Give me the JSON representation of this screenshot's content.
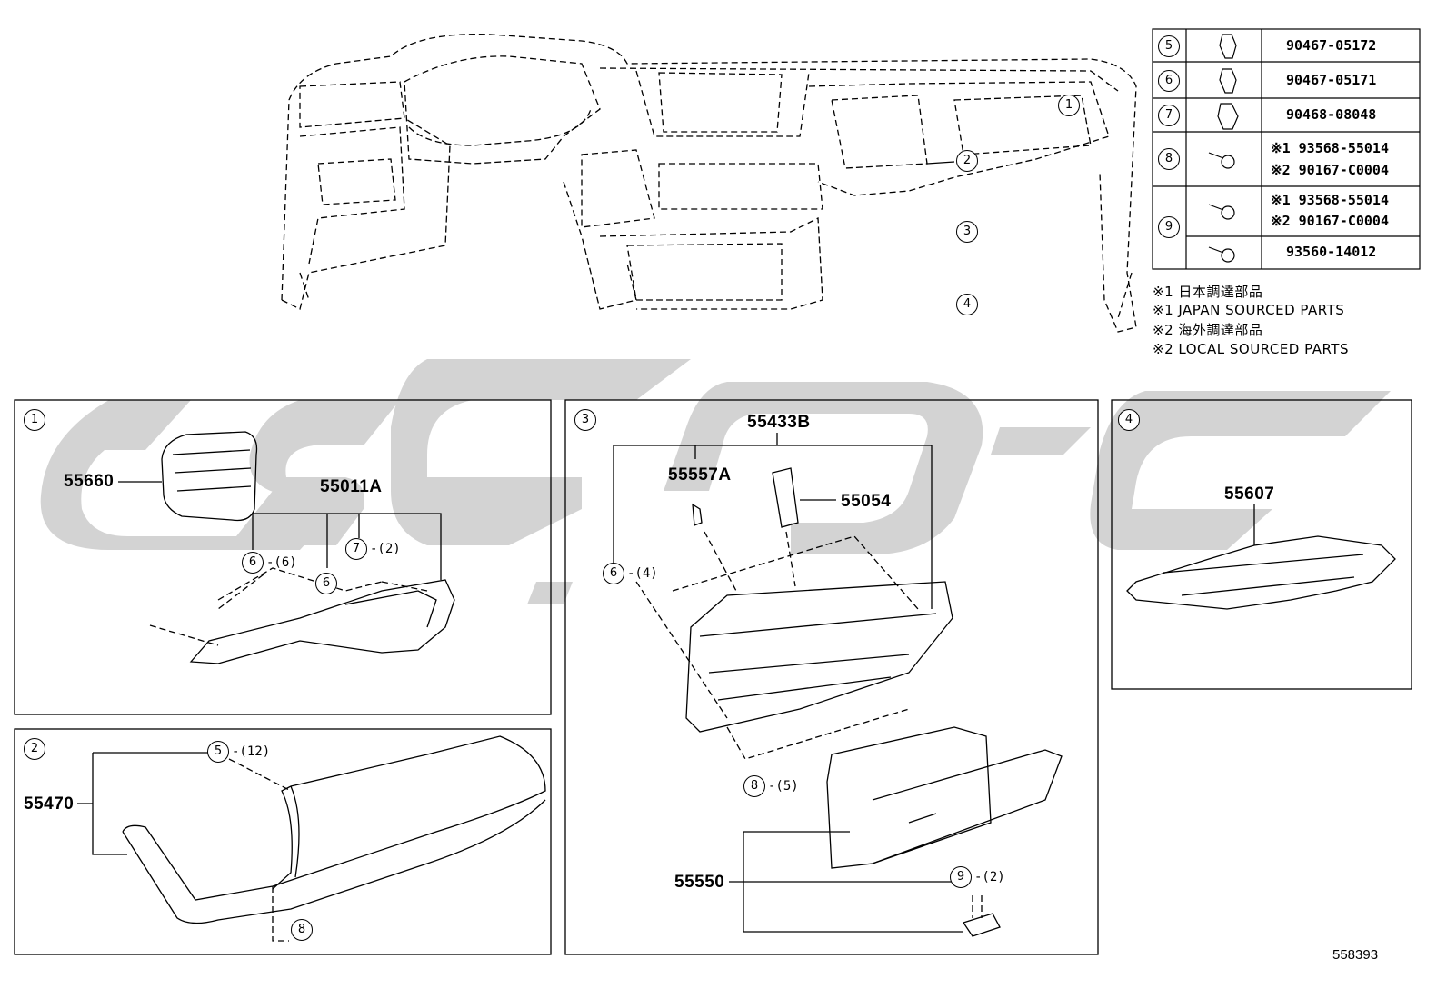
{
  "dashboard": {
    "callouts": [
      "1",
      "2",
      "3",
      "4"
    ]
  },
  "parts_table": {
    "rows": [
      {
        "ref": "5",
        "parts": [
          "90467-05172"
        ]
      },
      {
        "ref": "6",
        "parts": [
          "90467-05171"
        ]
      },
      {
        "ref": "7",
        "parts": [
          "90468-08048"
        ]
      },
      {
        "ref": "8",
        "parts": [
          "※1 93568-55014",
          "※2 90167-C0004"
        ]
      },
      {
        "ref": "9",
        "parts": [
          "※1 93568-55014",
          "※2 90167-C0004",
          "93560-14012"
        ]
      }
    ]
  },
  "notes": [
    "※1 日本調達部品",
    "※1 JAPAN SOURCED PARTS",
    "※2 海外調達部品",
    "※2 LOCAL SOURCED PARTS"
  ],
  "panel1": {
    "num": "1",
    "labels": {
      "p1": "55660",
      "p2": "55011A"
    },
    "callouts": [
      {
        "ref": "6",
        "qty": "-(6)"
      },
      {
        "ref": "7",
        "qty": "-(2)"
      },
      {
        "ref": "6",
        "qty": ""
      }
    ]
  },
  "panel2": {
    "num": "2",
    "labels": {
      "p1": "55470"
    },
    "callouts": [
      {
        "ref": "5",
        "qty": "-(12)"
      },
      {
        "ref": "8",
        "qty": ""
      }
    ]
  },
  "panel3": {
    "num": "3",
    "labels": {
      "p1": "55433B",
      "p2": "55557A",
      "p3": "55054",
      "p4": "55550"
    },
    "callouts": [
      {
        "ref": "6",
        "qty": "-(4)"
      },
      {
        "ref": "8",
        "qty": "-(5)"
      },
      {
        "ref": "9",
        "qty": "-(2)"
      }
    ]
  },
  "panel4": {
    "num": "4",
    "labels": {
      "p1": "55607"
    }
  },
  "figure_id": "558393",
  "colors": {
    "line": "#000000",
    "watermark": "#d0d0d0",
    "paper": "#ffffff"
  }
}
